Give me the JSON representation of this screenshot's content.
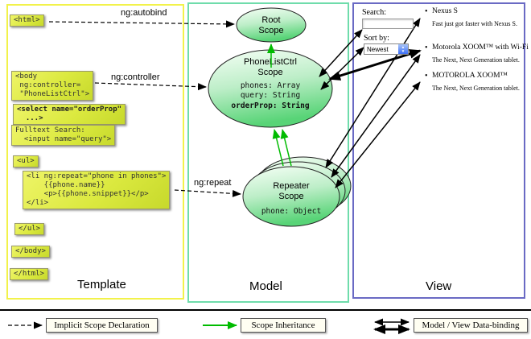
{
  "panels": {
    "template": "Template",
    "model": "Model",
    "view": "View"
  },
  "code": {
    "html_open": "<html>",
    "body_open": "<body\n ng:controller=\n \"PhoneListCtrl\">",
    "select": "<select name=\"orderProp\"\n  ...>",
    "fulltext": "Fulltext Search:\n  <input name=\"query\">",
    "ul_open": "<ul>",
    "li": "<li ng:repeat=\"phone in phones\">\n    {{phone.name}}\n    <p>{{phone.snippet}}</p>\n</li>",
    "ul_close": "</ul>",
    "body_close": "</body>",
    "html_close": "</html>"
  },
  "edge_labels": {
    "autobind": "ng:autobind",
    "controller": "ng:controller",
    "repeat": "ng:repeat"
  },
  "scopes": {
    "root": {
      "line1": "Root",
      "line2": "Scope"
    },
    "phonelist": {
      "line1": "PhoneListCtrl",
      "line2": "Scope",
      "props": [
        "phones: Array",
        "query: String",
        "orderProp: String"
      ]
    },
    "repeater": {
      "line1": "Repeater",
      "line2": "Scope",
      "prop": "phone: Object"
    }
  },
  "view": {
    "search_label": "Search:",
    "sort_label": "Sort by:",
    "sort_value": "Newest",
    "items": [
      {
        "title": "Nexus S",
        "desc": "Fast just got faster with Nexus S."
      },
      {
        "title": "Motorola XOOM™ with Wi-Fi",
        "desc": "The Next, Next Generation tablet."
      },
      {
        "title": "MOTOROLA XOOM™",
        "desc": "The Next, Next Generation tablet."
      }
    ]
  },
  "legend": {
    "implicit": "Implicit Scope Declaration",
    "inheritance": "Scope Inheritance",
    "databinding": "Model / View Data-binding"
  },
  "colors": {
    "scope_green": "#58d477",
    "inheritance_green": "#00bb00",
    "template_border": "#f2f24a",
    "model_border": "#6fdcab",
    "view_border": "#6a6ac4"
  }
}
